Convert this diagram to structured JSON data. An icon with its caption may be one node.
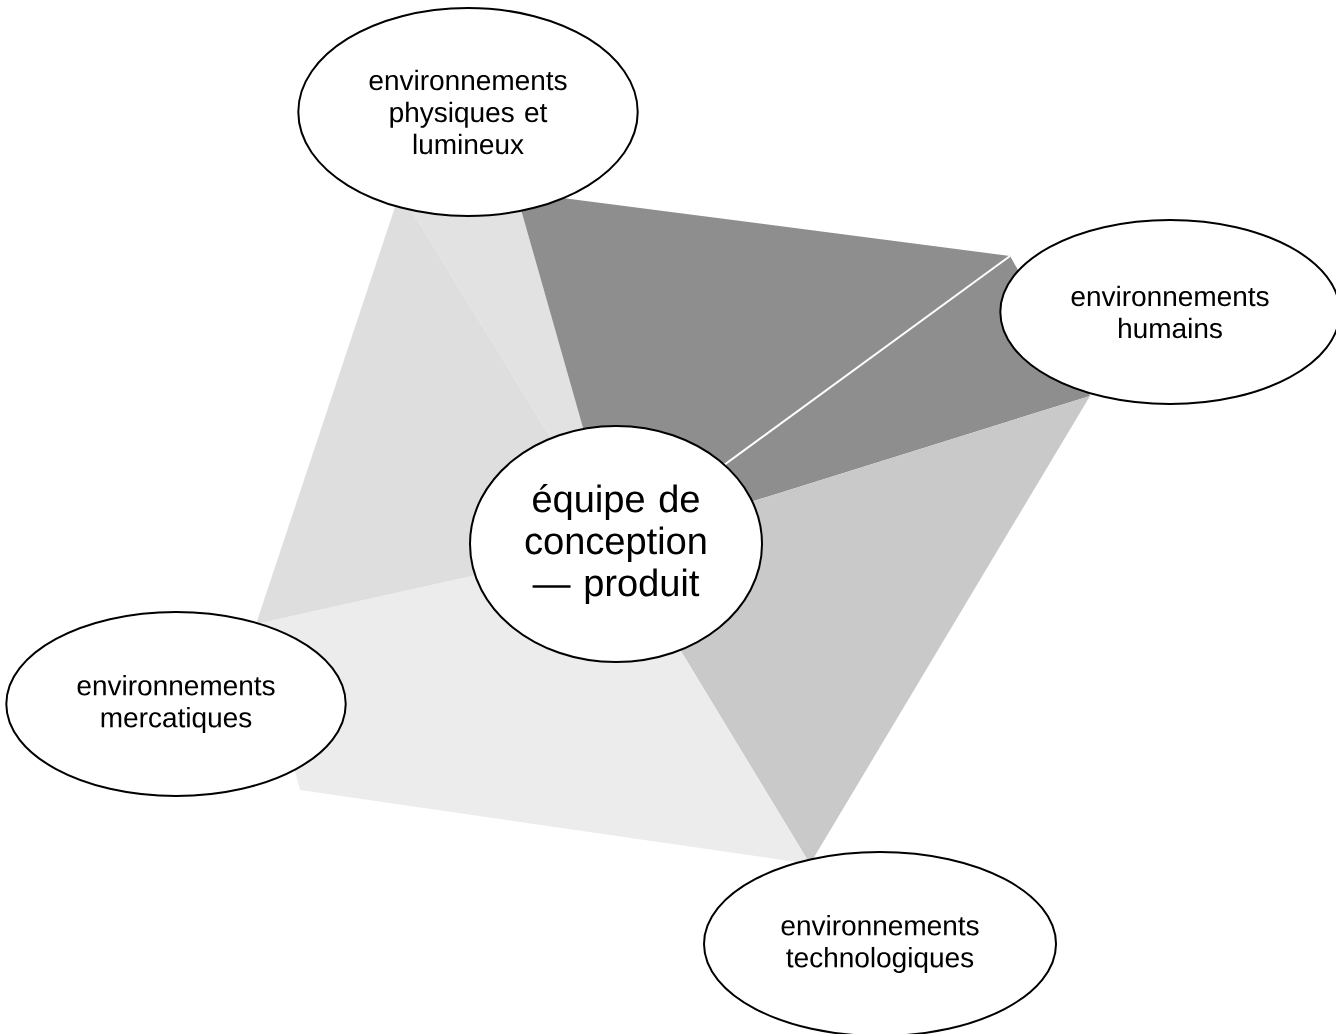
{
  "diagram": {
    "nodes": [
      {
        "text": [
          "environnements physiques et lumineux"
        ]
      },
      {
        "text": [
          "environnements humains"
        ]
      },
      {
        "text": [
          "équipe de conception — produit"
        ]
      },
      {
        "text": [
          "environnements mercatiques"
        ]
      },
      {
        "text": [
          "environnements technologiques"
        ]
      }
    ]
  }
}
